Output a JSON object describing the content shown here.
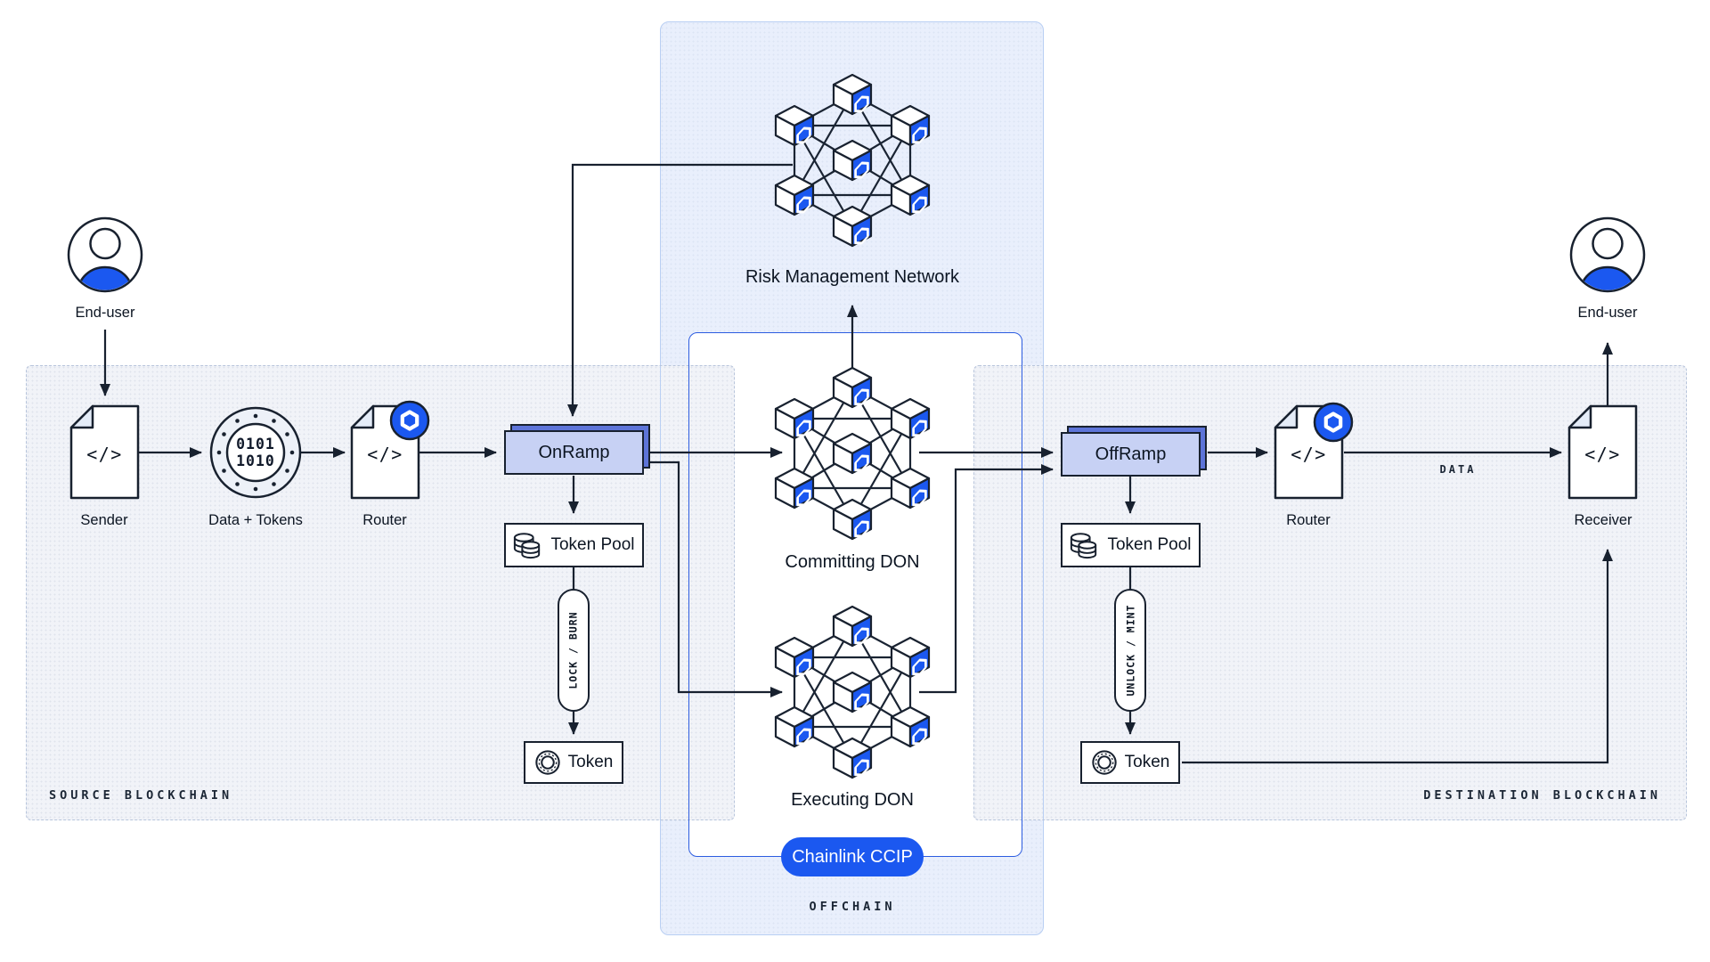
{
  "title": "Chainlink CCIP architecture diagram",
  "panels": {
    "source": {
      "label": "SOURCE BLOCKCHAIN"
    },
    "destination": {
      "label": "DESTINATION BLOCKCHAIN"
    },
    "offchain": {
      "label": "OFFCHAIN"
    }
  },
  "badge": {
    "label": "Chainlink CCIP"
  },
  "actors": {
    "left_end_user": {
      "label": "End-user"
    },
    "right_end_user": {
      "label": "End-user"
    }
  },
  "nodes": {
    "sender": {
      "label": "Sender",
      "glyph": "</>"
    },
    "data_tokens": {
      "label": "Data + Tokens",
      "line1": "0101",
      "line2": "1010"
    },
    "source_router": {
      "label": "Router",
      "glyph": "</>"
    },
    "onramp": {
      "label": "OnRamp"
    },
    "source_token_pool": {
      "label": "Token Pool"
    },
    "lock_burn": {
      "label": "LOCK / BURN"
    },
    "source_token": {
      "label": "Token"
    },
    "risk_management_network": {
      "label": "Risk Management Network"
    },
    "committing_don": {
      "label": "Committing DON"
    },
    "executing_don": {
      "label": "Executing DON"
    },
    "offramp": {
      "label": "OffRamp"
    },
    "dest_token_pool": {
      "label": "Token Pool"
    },
    "unlock_mint": {
      "label": "UNLOCK / MINT"
    },
    "dest_token": {
      "label": "Token"
    },
    "dest_router": {
      "label": "Router",
      "glyph": "</>"
    },
    "receiver": {
      "label": "Receiver",
      "glyph": "</>"
    }
  },
  "edges": {
    "data_label": "DATA"
  },
  "colors": {
    "accent_blue": "#1b58f0",
    "ink": "#18212f",
    "offchain_fill": "#e9effc",
    "offchain_border": "#b9cff3",
    "panel_fill": "#f1f3f8",
    "panel_border": "#b7c4db",
    "inner_border": "#2c5ce0",
    "ramp_front": "#c7d1f4",
    "ramp_back": "#5d74d8"
  }
}
